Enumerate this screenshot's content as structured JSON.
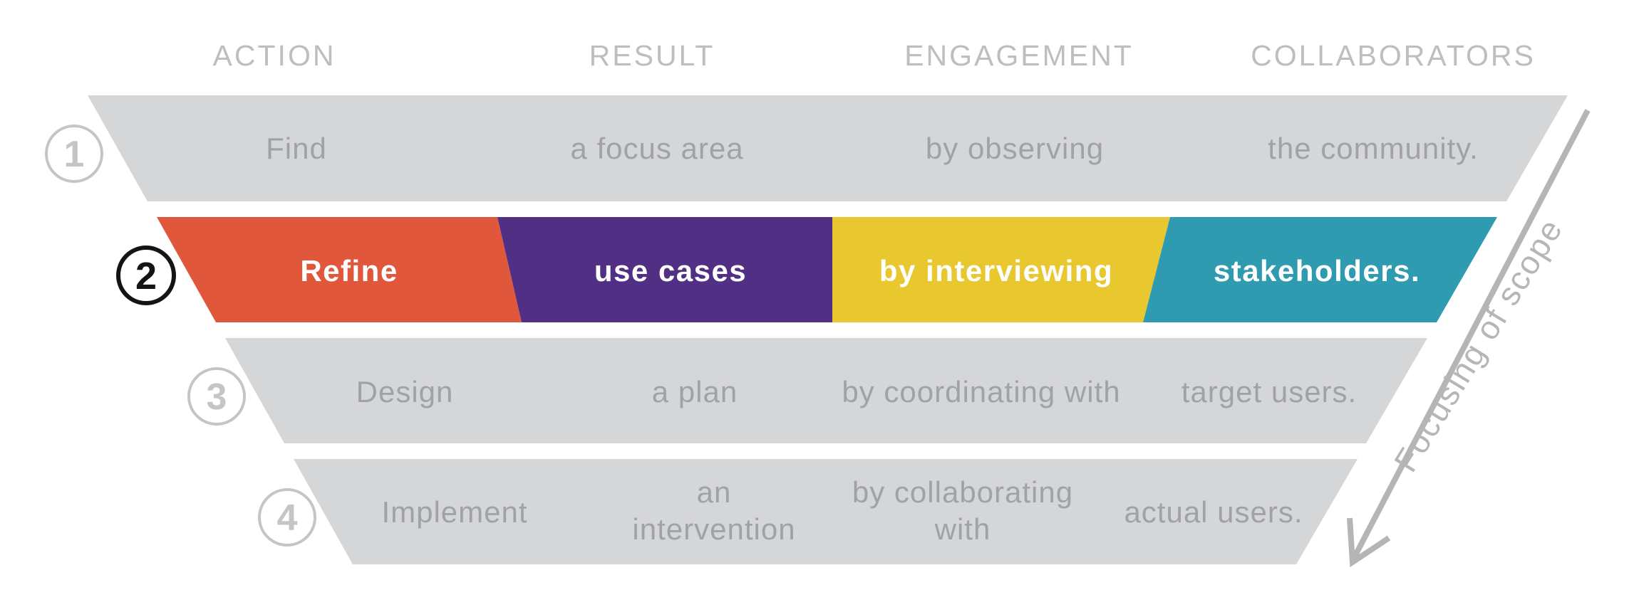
{
  "columns": [
    {
      "label": "ACTION"
    },
    {
      "label": "RESULT"
    },
    {
      "label": "ENGAGEMENT"
    },
    {
      "label": "COLLABORATORS"
    }
  ],
  "steps": [
    {
      "number": "1",
      "action": "Find",
      "result": "a focus area",
      "engagement": "by observing",
      "collaborators": "the community.",
      "highlighted": false
    },
    {
      "number": "2",
      "action": "Refine",
      "result": "use cases",
      "engagement": "by interviewing",
      "collaborators": "stakeholders.",
      "highlighted": true
    },
    {
      "number": "3",
      "action": "Design",
      "result": "a plan",
      "engagement": "by coordinating with",
      "collaborators": "target users.",
      "highlighted": false
    },
    {
      "number": "4",
      "action": "Implement",
      "result_lines": [
        "an",
        "intervention"
      ],
      "engagement_lines": [
        "by collaborating",
        "with"
      ],
      "collaborators": "actual users.",
      "highlighted": false
    }
  ],
  "arrow": {
    "label": "Focusing of scope"
  },
  "colors": {
    "step2_action": "#E0573C",
    "step2_result": "#502F84",
    "step2_engagement": "#E8C72F",
    "step2_collaborators": "#2F9BB1",
    "inactive_band": "#D5D6D8",
    "highlight_ring": "#141414",
    "arrow_gray": "#B3B5B7"
  }
}
